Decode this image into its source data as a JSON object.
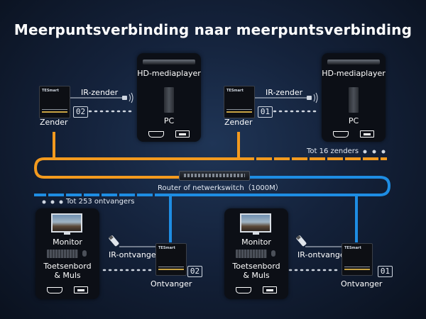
{
  "title": "Meerpuntsverbinding naar meerpuntsverbinding",
  "transmitters": [
    {
      "label": "Zender",
      "ir_label": "IR-zender",
      "id": "02",
      "source_top": "HD-mediaplayer",
      "source_bottom": "PC"
    },
    {
      "label": "Zender",
      "ir_label": "IR-zender",
      "id": "01",
      "source_top": "HD-mediaplayer",
      "source_bottom": "PC"
    }
  ],
  "receivers": [
    {
      "label": "Ontvanger",
      "ir_label": "IR-ontvanger",
      "id": "02",
      "display": "Monitor",
      "input": "Toetsenbord\n& Muls"
    },
    {
      "label": "Ontvanger",
      "ir_label": "IR-ontvanger",
      "id": "01",
      "display": "Monitor",
      "input": "Toetsenbord\n& Muls"
    }
  ],
  "router_label": "Router of netwerkswitch（1000M）",
  "max_senders": "Tot 16 zenders",
  "max_receivers": "Tot 253 ontvangers",
  "colors": {
    "sender_line": "#f39a1e",
    "receiver_line": "#1e8de3",
    "background": "#152440"
  },
  "icons": [
    "ir-emitter-icon",
    "ir-receiver-icon",
    "hdmi-port-icon",
    "usb-port-icon",
    "pc-tower-icon",
    "media-player-icon",
    "monitor-icon",
    "keyboard-icon",
    "mouse-icon",
    "router-icon"
  ]
}
